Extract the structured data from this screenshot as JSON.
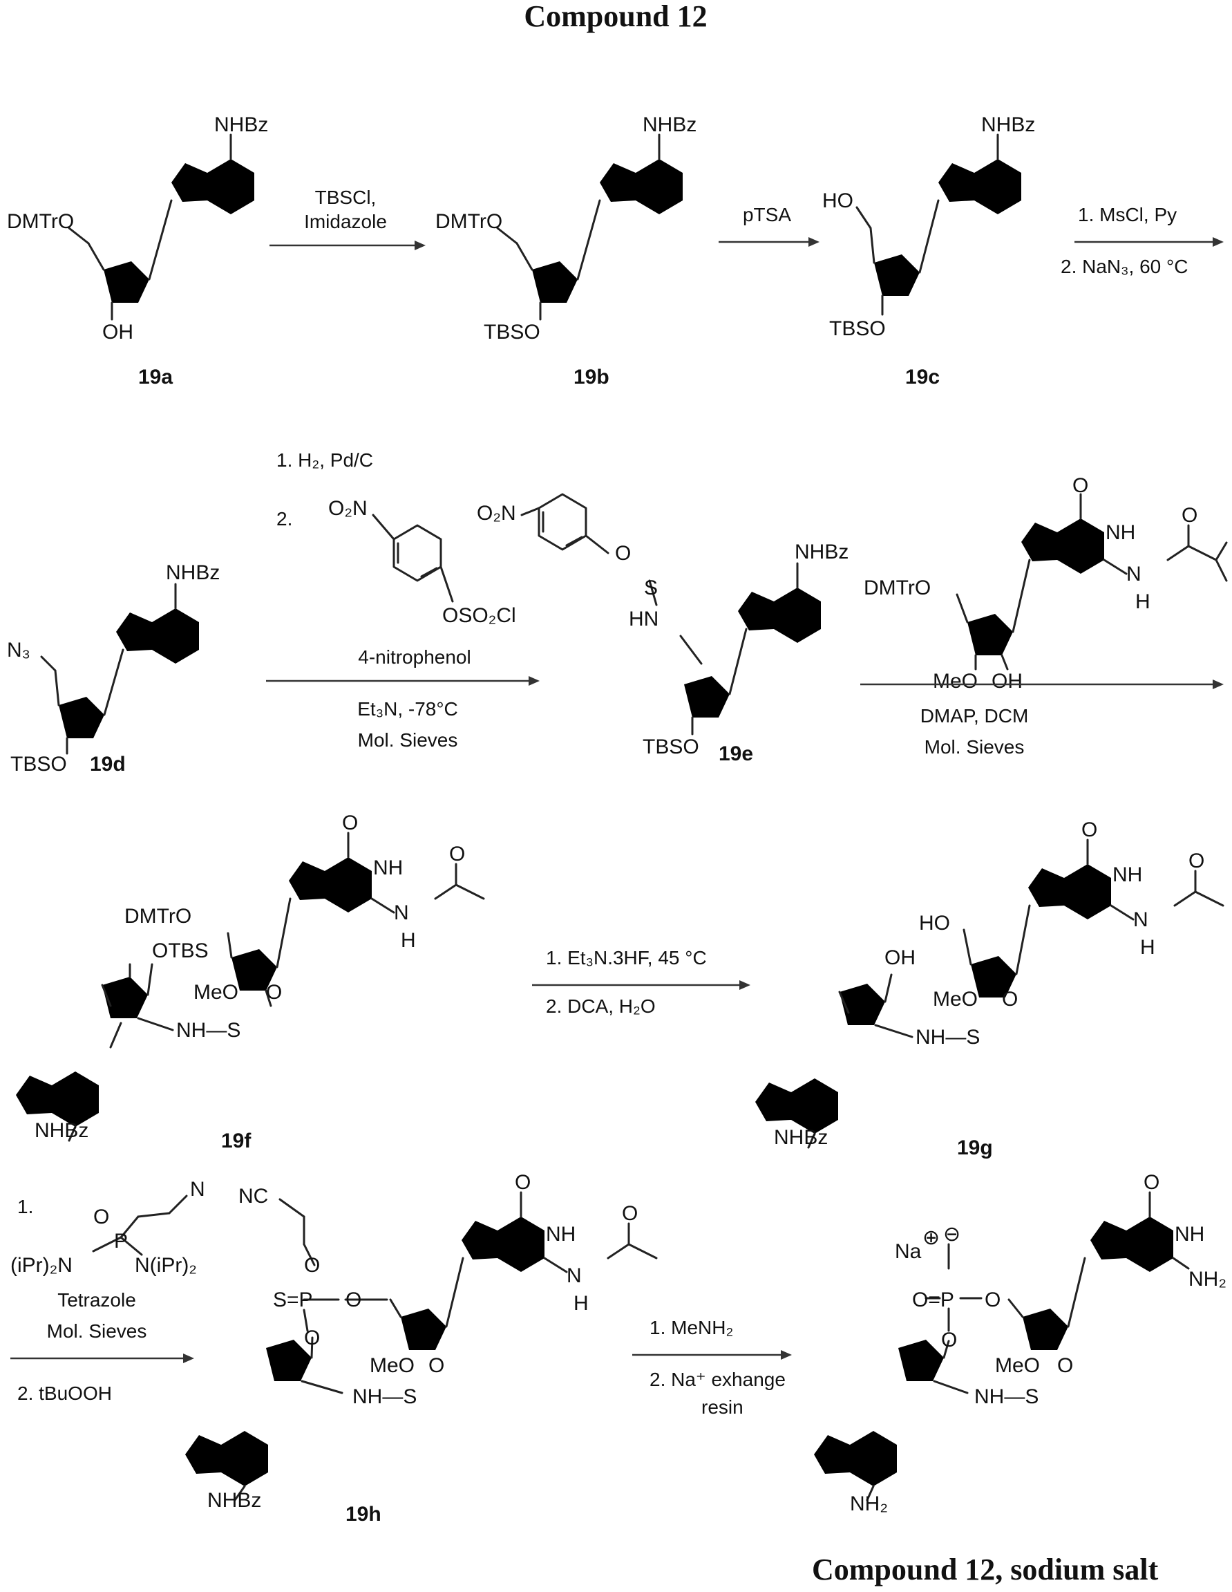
{
  "title": "Compound 12",
  "footer_title": "Compound 12, sodium salt",
  "compounds": {
    "c19a": "19a",
    "c19b": "19b",
    "c19c": "19c",
    "c19d": "19d",
    "c19e": "19e",
    "c19f": "19f",
    "c19g": "19g",
    "c19h": "19h"
  },
  "atoms": {
    "nhbz": "NHBz",
    "dmtro": "DMTrO",
    "ho": "HO",
    "oh": "OH",
    "o": "O",
    "n": "N",
    "nh": "NH",
    "h": "H",
    "tbso": "TBSO",
    "otbs": "OTBS",
    "meo": "MeO",
    "n3": "N₃",
    "hn": "HN",
    "s": "S",
    "p": "P",
    "nc": "NC",
    "na": "Na",
    "nh2": "NH₂",
    "o2n": "O₂N",
    "oso2cl": "OSO₂Cl",
    "spo": "S=P",
    "opo": "O=P",
    "ipr2n": "(iPr)₂N",
    "nipr2": "N(iPr)₂",
    "nh_sulf": "NH—S",
    "plus": "⊕",
    "minus": "⊖"
  },
  "reagents": {
    "r1a": "TBSCl,",
    "r1b": "Imidazole",
    "r2": "pTSA",
    "r3a": "1. MsCl, Py",
    "r3b": "2. NaN₃, 60 °C",
    "r4a": "1. H₂, Pd/C",
    "r4b": "2.",
    "r4c": "4-nitrophenol",
    "r4d": "Et₃N, -78°C",
    "r4e": "Mol. Sieves",
    "r5a": "DMAP, DCM",
    "r5b": "Mol. Sieves",
    "r6a": "1. Et₃N.3HF, 45 °C",
    "r6b": "2. DCA, H₂O",
    "r7a": "1.",
    "r7b": "Tetrazole",
    "r7c": "Mol. Sieves",
    "r7d": "2. tBuOOH",
    "r8a": "1. MeNH₂",
    "r8b": "2. Na⁺ exhange",
    "r8c": "resin"
  }
}
